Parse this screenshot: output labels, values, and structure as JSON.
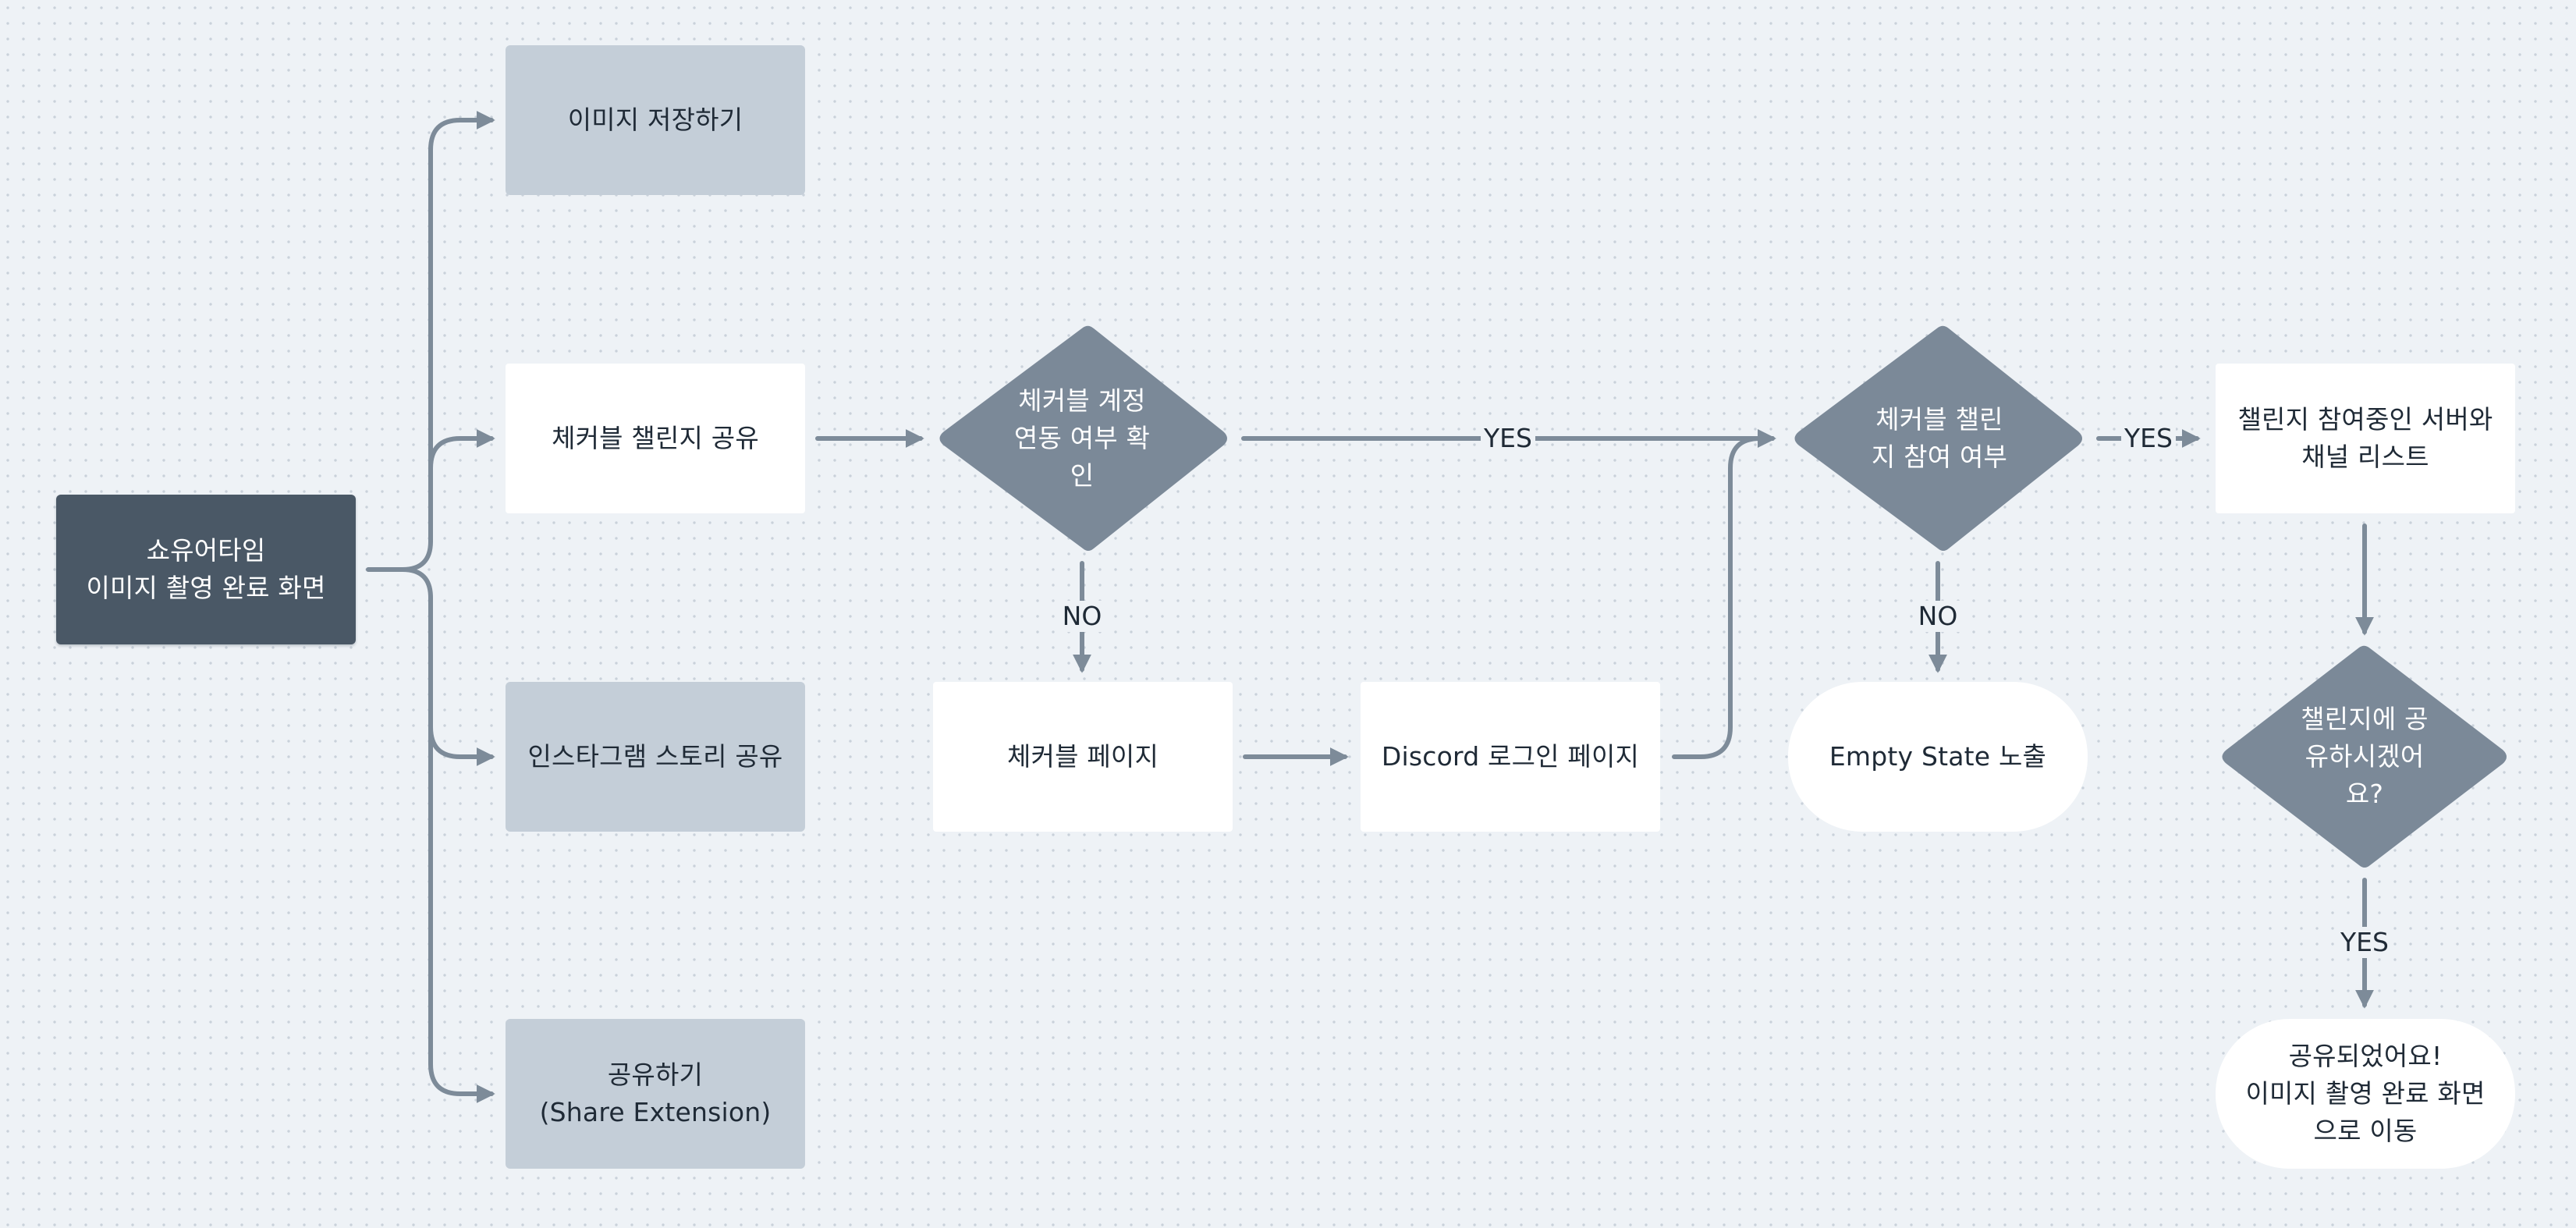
{
  "nodes": {
    "start": "쇼유어타임\n이미지 촬영 완료 화면",
    "save_image": "이미지 저장하기",
    "share_checkable": "체커블 챌린지 공유",
    "share_instagram": "인스타그램 스토리 공유",
    "share_extension": "공유하기\n(Share Extension)",
    "account_check": "체커블 계정\n연동 여부 확\n인",
    "checkable_page": "체커블 페이지",
    "discord_login": "Discord 로그인 페이지",
    "challenge_joined": "체커블 챌린\n지 참여 여부",
    "empty_state": "Empty State 노출",
    "server_channel_list": "챌린지 참여중인 서버와\n채널 리스트",
    "confirm_share": "챌린지에 공\n유하시겠어\n요?",
    "shared_done": "공유되었어요!\n이미지 촬영 완료 화면\n으로 이동"
  },
  "edge_labels": {
    "account_yes": "YES",
    "account_no": "NO",
    "joined_yes": "YES",
    "joined_no": "NO",
    "confirm_yes": "YES"
  },
  "colors": {
    "connector": "#7d8b99",
    "diamond": "#7b8998",
    "dark_node": "#4a5866",
    "grey_node": "#c4ced8",
    "white_node": "#ffffff",
    "background": "#eef2f6"
  }
}
